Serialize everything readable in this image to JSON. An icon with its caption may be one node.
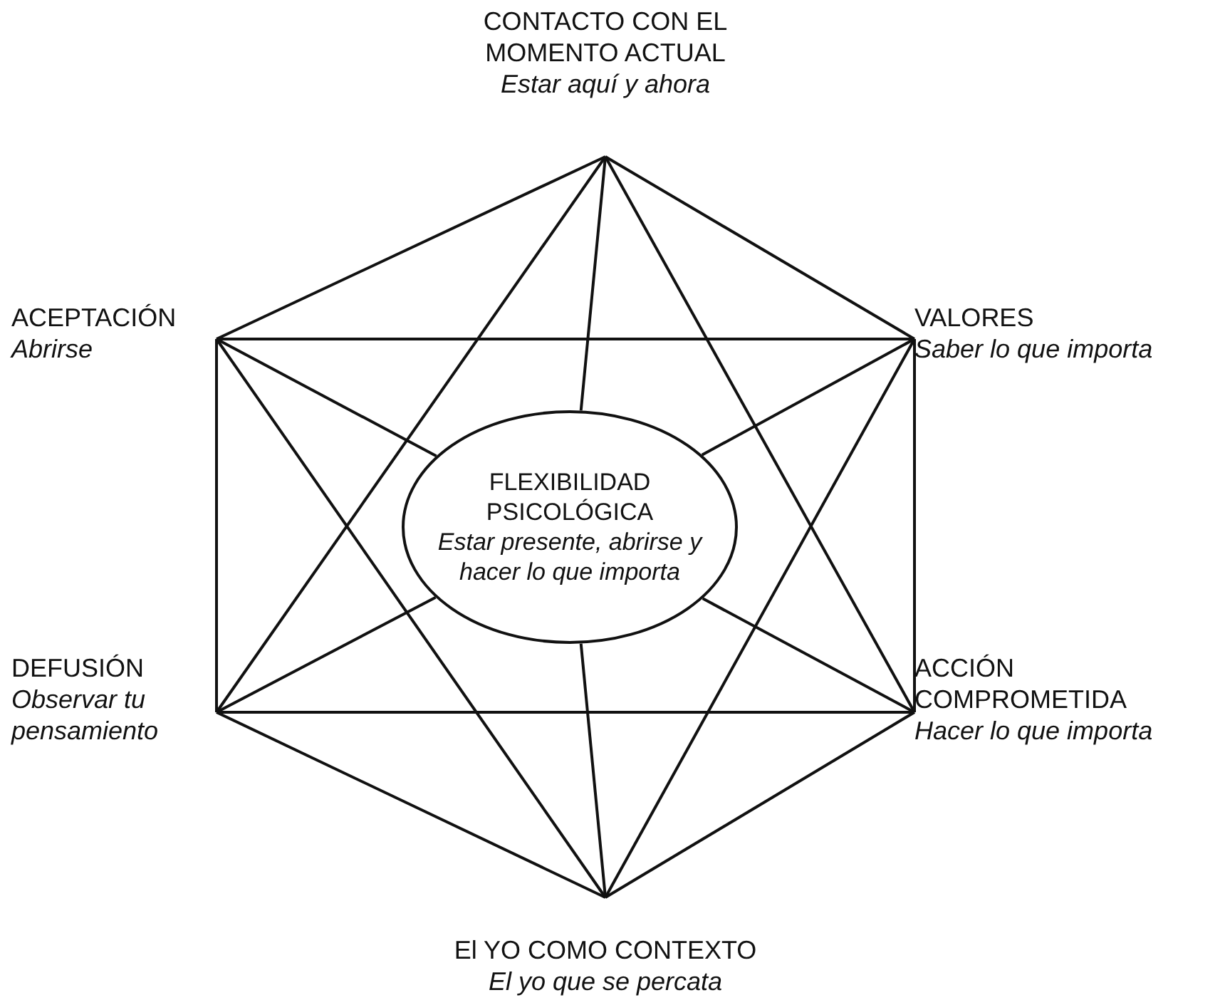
{
  "diagram": {
    "nodes": [
      {
        "text": [
          "CONTACTO CON EL MOMENTO ACTUAL",
          "Estar aquí y ahora"
        ]
      },
      {
        "text": [
          "ACEPTACIÓN",
          "Abrirse"
        ]
      },
      {
        "text": [
          "VALORES",
          "Saber lo que importa"
        ]
      },
      {
        "text": [
          "FLEXIBILIDAD PSICOLÓGICA",
          "Estar presente, abrirse y hacer lo que importa"
        ]
      },
      {
        "text": [
          "DEFUSIÓN",
          "Observar tu pensamiento"
        ]
      },
      {
        "text": [
          "ACCIÓN COMPROMETIDA",
          "Hacer lo que importa"
        ]
      },
      {
        "text": [
          "El YO COMO CONTEXTO",
          "El yo que se percata"
        ]
      }
    ],
    "edges": [
      {
        "from": 0,
        "to": 1,
        "arrow": "none"
      },
      {
        "from": 0,
        "to": 2,
        "arrow": "none"
      },
      {
        "from": 1,
        "to": 4,
        "arrow": "none"
      },
      {
        "from": 2,
        "to": 5,
        "arrow": "none"
      },
      {
        "from": 4,
        "to": 6,
        "arrow": "none"
      },
      {
        "from": 5,
        "to": 6,
        "arrow": "none"
      },
      {
        "from": 0,
        "to": 4,
        "arrow": "none"
      },
      {
        "from": 0,
        "to": 5,
        "arrow": "none"
      },
      {
        "from": 4,
        "to": 5,
        "arrow": "none"
      },
      {
        "from": 1,
        "to": 2,
        "arrow": "none"
      },
      {
        "from": 1,
        "to": 6,
        "arrow": "none"
      },
      {
        "from": 2,
        "to": 6,
        "arrow": "none"
      },
      {
        "from": 0,
        "to": 3,
        "arrow": "none"
      },
      {
        "from": 1,
        "to": 3,
        "arrow": "none"
      },
      {
        "from": 2,
        "to": 3,
        "arrow": "none"
      },
      {
        "from": 4,
        "to": 3,
        "arrow": "none"
      },
      {
        "from": 5,
        "to": 3,
        "arrow": "none"
      },
      {
        "from": 6,
        "to": 3,
        "arrow": "none"
      }
    ]
  }
}
